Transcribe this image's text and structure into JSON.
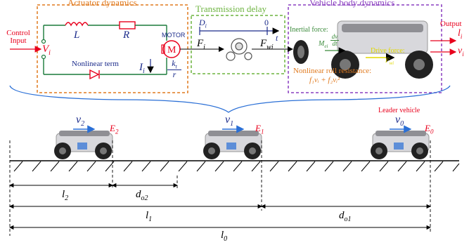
{
  "blocks": {
    "actuator": {
      "title": "Actuator dynamics",
      "color": "#e07a1f"
    },
    "transmission": {
      "title": "Transmission delay",
      "color": "#6cb33f"
    },
    "vehicle": {
      "title": "Vehicle body dynamics",
      "color": "#8a3fc0"
    }
  },
  "actuator": {
    "control_input_line1": "Control",
    "control_input_line2": "Input",
    "vi": "V",
    "vi_sub": "i",
    "L": "L",
    "R": "R",
    "motor": "MOTOR",
    "nonlinear": "Nonlinear term",
    "Ii": "I",
    "Ii_sub": "i",
    "kt": "k",
    "kt_sub": "t",
    "r": "r"
  },
  "transmission": {
    "Di": "D",
    "Di_sub": "i",
    "zero": "0",
    "t": "t",
    "Fi": "F",
    "Fi_sub": "i",
    "Fwi": "F",
    "Fwi_sub": "wi"
  },
  "vehicle": {
    "inertial": "Inertial force:",
    "mei": "M",
    "mei_sub": "ei",
    "dv": "dv",
    "dt": "dt",
    "drive_force": "Drive force:",
    "fwi": "F",
    "fwi_sub": "wi",
    "roll": "Nonlinear roll resistance:",
    "roll_formula": "f₁vᵢ + f₂vᵢ²",
    "output": "Output",
    "li": "l",
    "li_sub": "i",
    "vi_out": "v",
    "vi_out_sub": "i"
  },
  "platoon": {
    "leader_label": "Leader vehicle",
    "vehicles": [
      {
        "v": "v",
        "v_sub": "2",
        "E": "E",
        "E_sub": "2"
      },
      {
        "v": "v",
        "v_sub": "1",
        "E": "E",
        "E_sub": "1"
      },
      {
        "v": "v",
        "v_sub": "0",
        "E": "E",
        "E_sub": "0"
      }
    ],
    "distances": {
      "l2": "l",
      "l2_sub": "2",
      "do2": "d",
      "do2_sub": "o2",
      "l1": "l",
      "l1_sub": "1",
      "do1": "d",
      "do1_sub": "o1",
      "l0": "l",
      "l0_sub": "0"
    }
  }
}
